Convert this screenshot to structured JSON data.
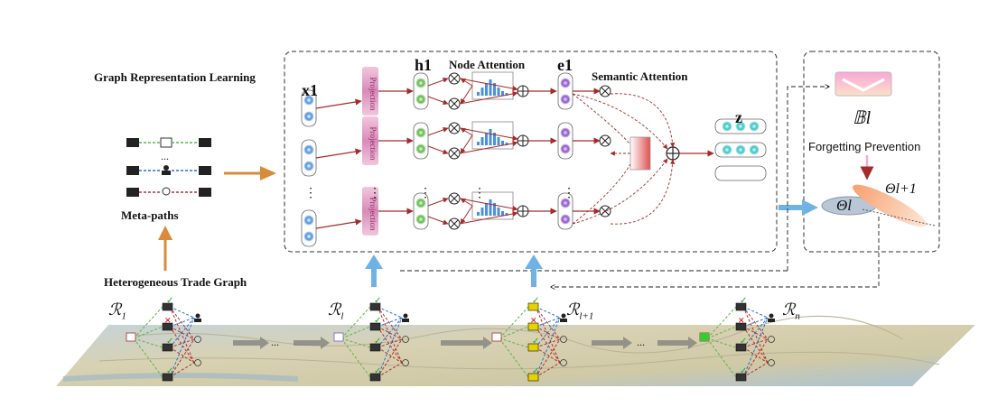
{
  "labels": {
    "graph_rep": "Graph Representation Learning",
    "node_attention": "Node Attention",
    "semantic_attention": "Semantic Attention",
    "meta_paths": "Meta-paths",
    "het_graph": "Heterogeneous Trade Graph",
    "forgetting": "Forgetting Prevention",
    "projection": "Projection",
    "dots": "⋮",
    "hdots": "..."
  },
  "symbols": {
    "x1": "x1",
    "h1": "h1",
    "e1": "e1",
    "z": "z",
    "B_l": "𝔹l",
    "theta_l": "Θl",
    "theta_l1": "Θl+1"
  },
  "regions": [
    {
      "main": "ℛ",
      "sub": "1"
    },
    {
      "main": "ℛ",
      "sub": "l"
    },
    {
      "main": "ℛ",
      "sub": "l+1"
    },
    {
      "main": "ℛ",
      "sub": "n"
    }
  ],
  "colors": {
    "arrow_red": "#a52a2a",
    "arrow_orange": "#d98a3a",
    "arrow_blue": "#6fb3e6",
    "projection_pink": "#d98bb8",
    "node_blue": "#4a8fe0",
    "node_green": "#5fb54a",
    "node_purple": "#8a55c8",
    "node_teal": "#36c2c2",
    "map_blue": "#a9c3d8",
    "map_land": "#c9c6a8"
  }
}
